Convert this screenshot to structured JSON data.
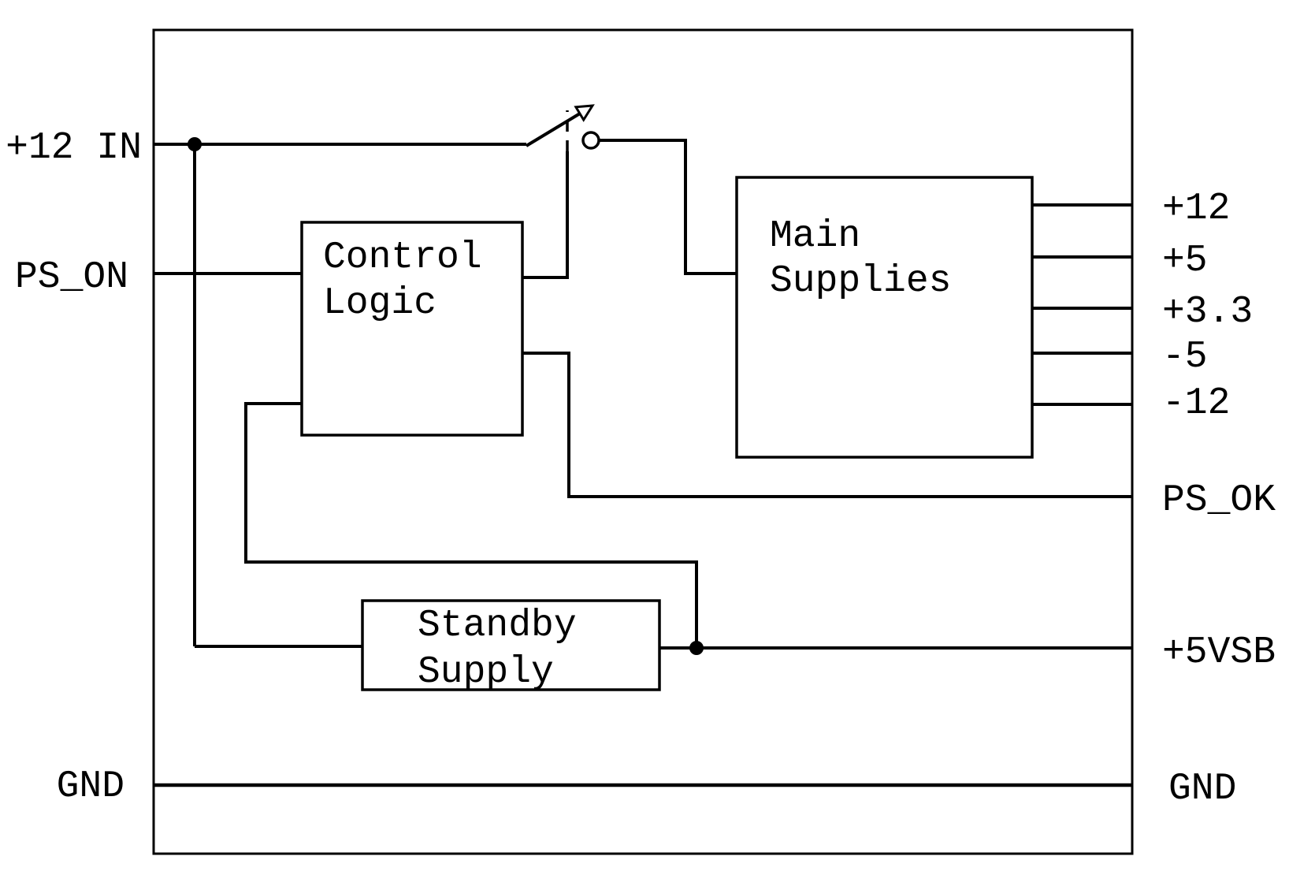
{
  "colors": {
    "background": "#ffffff",
    "line": "#000000"
  },
  "left_ports": [
    {
      "id": "plus12-in",
      "label": "+12 IN"
    },
    {
      "id": "ps-on",
      "label": "PS_ON"
    },
    {
      "id": "gnd-left",
      "label": "GND"
    }
  ],
  "right_ports": [
    {
      "id": "plus12",
      "label": "+12"
    },
    {
      "id": "plus5",
      "label": "+5"
    },
    {
      "id": "plus3v3",
      "label": "+3.3"
    },
    {
      "id": "minus5",
      "label": "-5"
    },
    {
      "id": "minus12",
      "label": "-12"
    },
    {
      "id": "ps-ok",
      "label": "PS_OK"
    },
    {
      "id": "plus5vsb",
      "label": "+5VSB"
    },
    {
      "id": "gnd-right",
      "label": "GND"
    }
  ],
  "blocks": {
    "control_logic": {
      "line1": "Control",
      "line2": "Logic"
    },
    "main_supplies": {
      "line1": "Main",
      "line2": "Supplies"
    },
    "standby_supply": {
      "line1": "Standby",
      "line2": "Supply"
    }
  }
}
